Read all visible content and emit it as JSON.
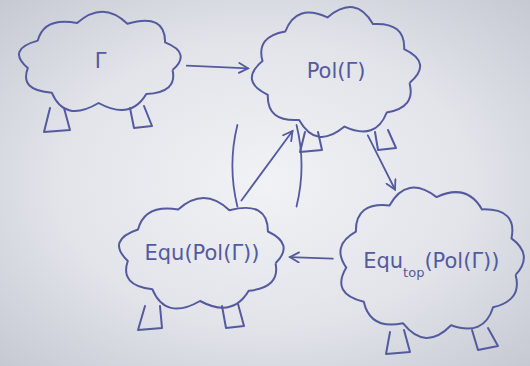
{
  "diagram": {
    "nodes": [
      {
        "text": [
          "Γ"
        ]
      },
      {
        "text": [
          "Pol(Γ)"
        ]
      },
      {
        "text": [
          "Equ(Pol(Γ))"
        ]
      },
      {
        "text": [
          "Equ",
          "top",
          "(Pol(Γ))"
        ]
      }
    ],
    "edges": [
      {
        "from": 0,
        "to": 1,
        "arrow": "to"
      },
      {
        "from": 1,
        "to": 3,
        "arrow": "to"
      },
      {
        "from": 3,
        "to": 2,
        "arrow": "to"
      },
      {
        "from": 2,
        "to": 1,
        "arrow": "to"
      }
    ]
  }
}
